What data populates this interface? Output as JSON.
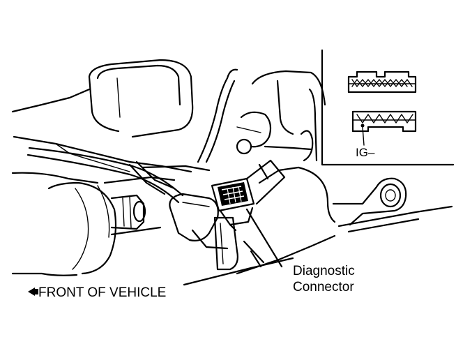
{
  "labels": {
    "front_of_vehicle": "FRONT OF VEHICLE",
    "diagnostic_line1": "Diagnostic",
    "diagnostic_line2": "Connector",
    "terminal": "IG–"
  },
  "icons": {
    "front_arrow": "left-pointing-arrow-icon"
  }
}
